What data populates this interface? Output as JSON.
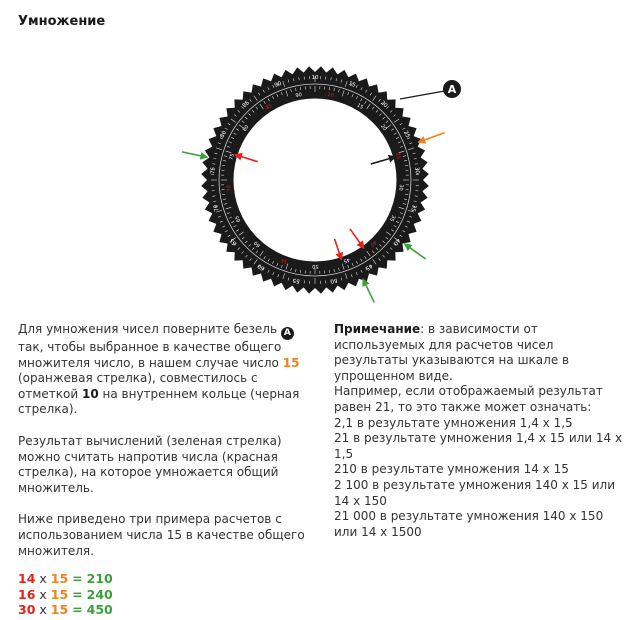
{
  "title": "Умножение",
  "figure": {
    "label_a": "A",
    "outer_ticks": [
      "10",
      "15",
      "20",
      "25",
      "30",
      "35",
      "40",
      "45",
      "50",
      "55",
      "60",
      "65",
      "70",
      "75",
      "80",
      "85",
      "90"
    ],
    "inner_ticks": [
      "10",
      "15",
      "20",
      "25",
      "30",
      "35",
      "40",
      "45",
      "50",
      "55",
      "60",
      "65",
      "70",
      "75",
      "80",
      "85",
      "90"
    ],
    "colors": {
      "orange": "#f0831e",
      "red": "#e2231a",
      "green": "#3aa13a",
      "black": "#1a1a1a"
    }
  },
  "left": {
    "p1": {
      "t1": "Для умножения чисел поверните безель",
      "badge": "A",
      "t2": "так, чтобы выбранное в качестве общего множителя число, в нашем случае число",
      "num": "15",
      "t3": "(оранжевая стрелка), совместилось с отметкой",
      "ten": "10",
      "t4": "на внутреннем кольце (черная стрелка)."
    },
    "p2": "Результат вычислений (зеленая стрелка) можно считать напротив числа (красная стрелка), на которое умножается общий множитель.",
    "p3": "Ниже приведено три примера расчетов с использованием числа 15 в качестве общего множителя.",
    "examples": [
      {
        "a": "14",
        "op": "x",
        "b": "15",
        "eq": "=",
        "r": "210"
      },
      {
        "a": "16",
        "op": "x",
        "b": "15",
        "eq": "=",
        "r": "240"
      },
      {
        "a": "30",
        "op": "x",
        "b": "15",
        "eq": "=",
        "r": "450"
      }
    ]
  },
  "right": {
    "note_label": "Примечание",
    "note_text": ": в зависимости от используемых для расчетов чисел результаты указываются на шкале в упрощенном виде.",
    "lines": [
      "Например, если отображаемый результат равен 21, то это также может означать:",
      "2,1 в результате умножения 1,4 x 1,5",
      "21 в результате умножения 1,4 x 15 или 14 x 1,5",
      "210 в результате умножения 14 x 15",
      "2 100 в результате умножения 140 x 15 или 14 x 150",
      "21 000 в результате умножения 140 x 150 или 14 x 1500"
    ]
  }
}
